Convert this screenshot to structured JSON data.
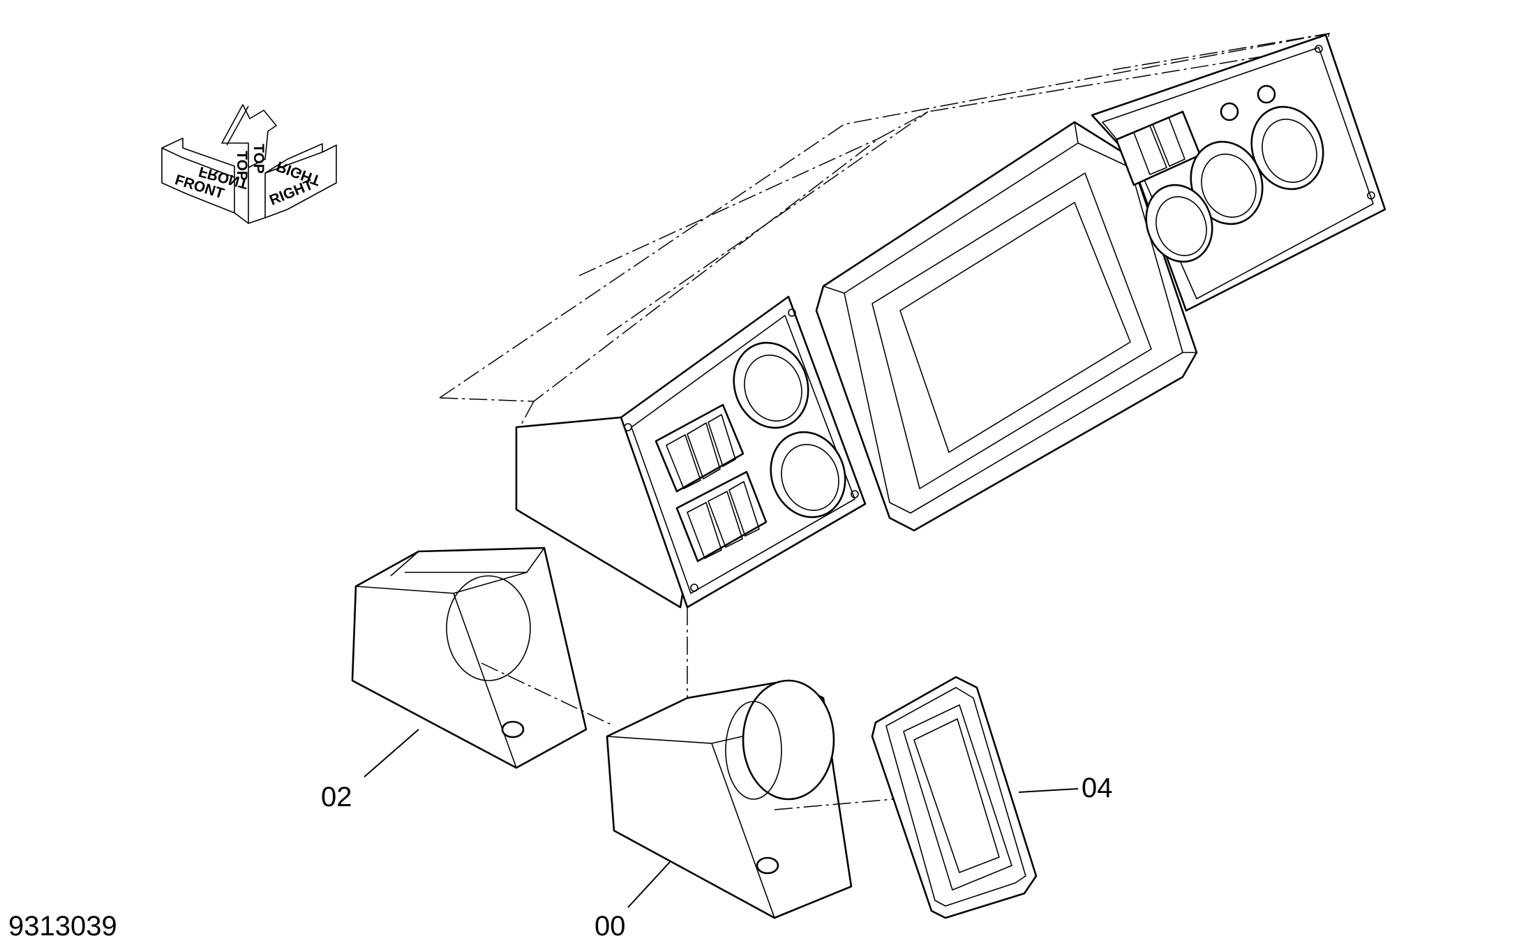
{
  "drawing": {
    "number": "9313039",
    "accent_color": "#000000",
    "background_color": "#ffffff"
  },
  "orientation": {
    "front": "FRONT",
    "top": "TOP",
    "right": "RIGHT"
  },
  "callouts": [
    {
      "id": "02"
    },
    {
      "id": "00"
    },
    {
      "id": "04"
    }
  ]
}
